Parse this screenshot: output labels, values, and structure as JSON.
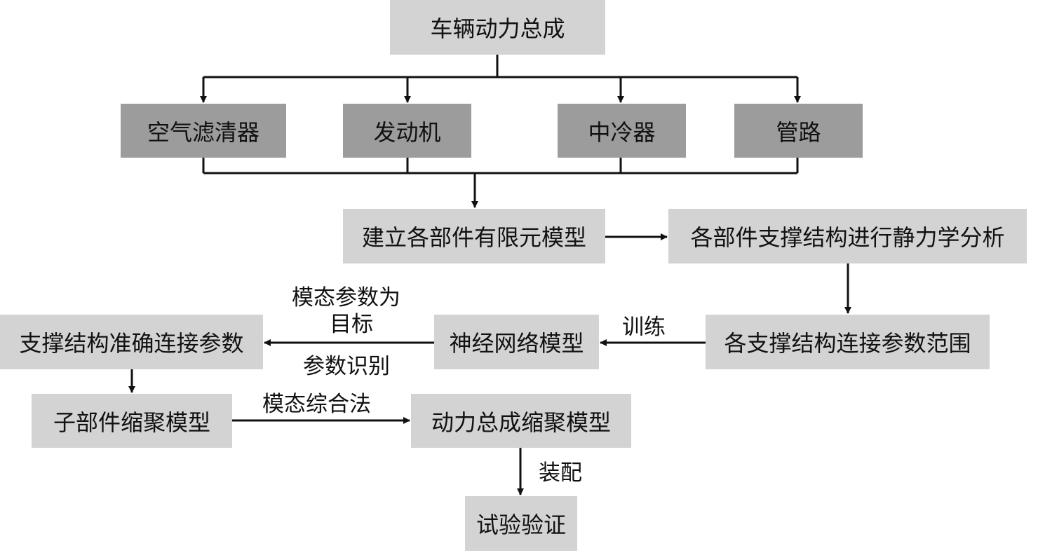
{
  "nodes": {
    "top": "车辆动力总成",
    "air_filter": "空气滤清器",
    "engine": "发动机",
    "intercooler": "中冷器",
    "pipeline": "管路",
    "fe_model": "建立各部件有限元模型",
    "static_analysis": "各部件支撑结构进行静力学分析",
    "param_range": "各支撑结构连接参数范围",
    "neural_net": "神经网络模型",
    "accurate_params": "支撑结构准确连接参数",
    "sub_reduced": "子部件缩聚模型",
    "total_reduced": "动力总成缩聚模型",
    "test_verify": "试验验证"
  },
  "edge_labels": {
    "train": "训练",
    "modal_target_line1": "模态参数为",
    "modal_target_line2": "目标",
    "param_identify": "参数识别",
    "modal_synthesis": "模态综合法",
    "assembly": "装配"
  }
}
